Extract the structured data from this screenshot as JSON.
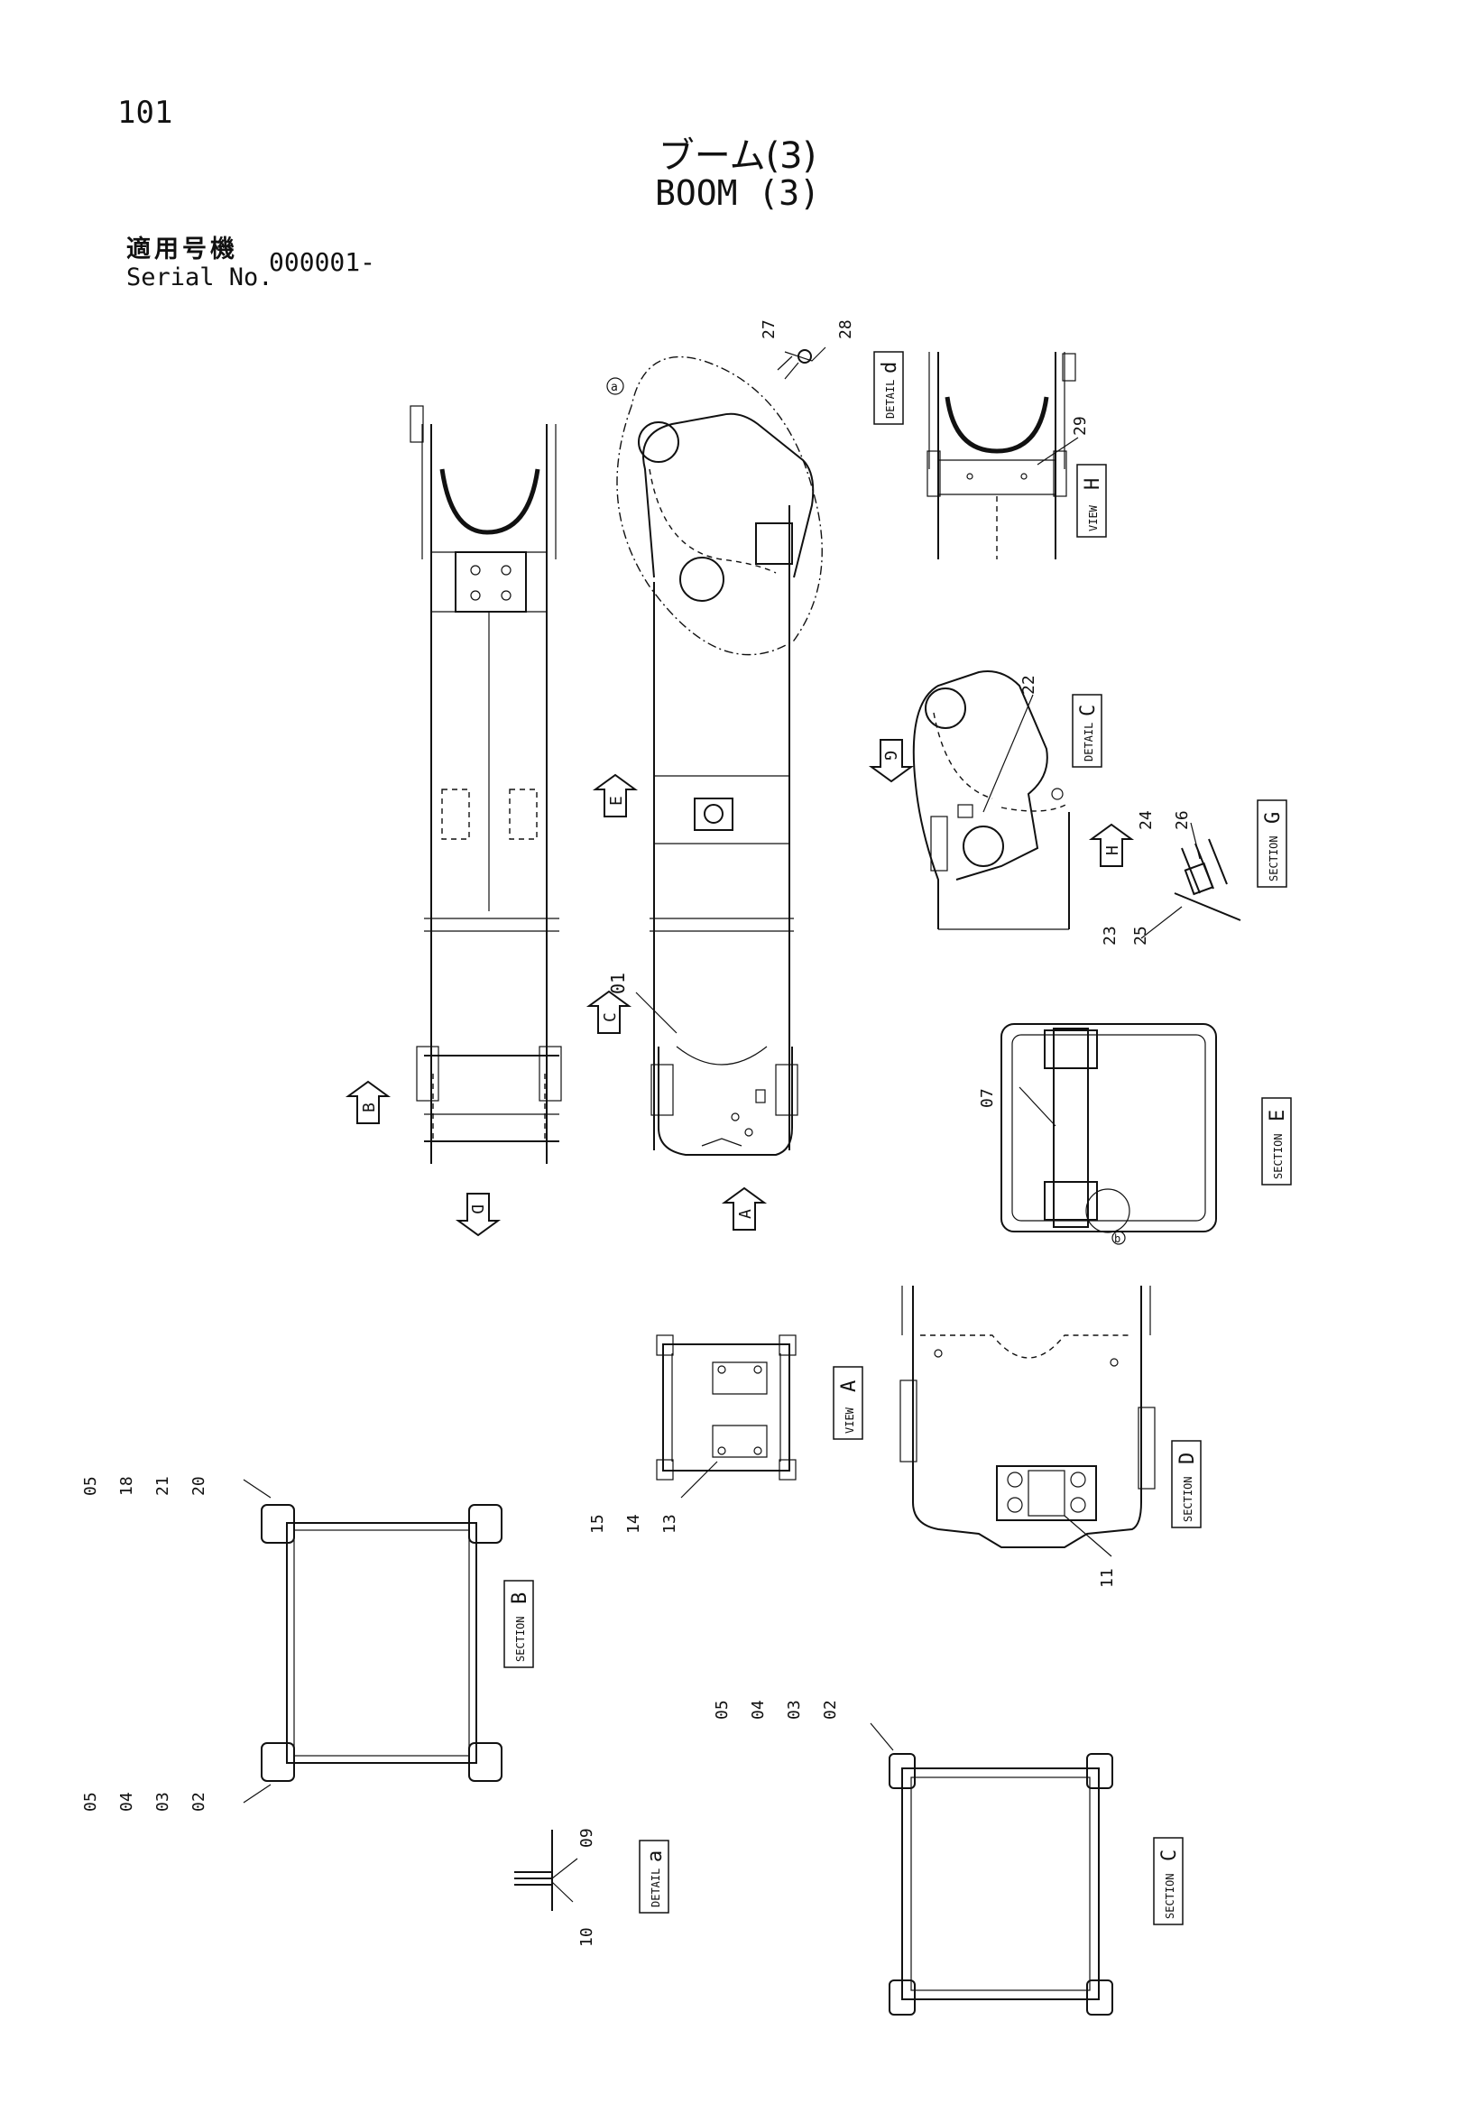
{
  "header": {
    "page_number": "101",
    "title_jp": "ブーム(3)",
    "title_en": "BOOM (3)",
    "serial_label_jp": "適用号機",
    "serial_label_en": "Serial No.",
    "serial_value": "000001-"
  },
  "view_labels": [
    {
      "id": "detail-d",
      "word": "DETAIL",
      "letter": "d"
    },
    {
      "id": "view-h",
      "word": "VIEW",
      "letter": "H"
    },
    {
      "id": "detail-c",
      "word": "DETAIL",
      "letter": "C"
    },
    {
      "id": "section-g",
      "word": "SECTION",
      "letter": "G"
    },
    {
      "id": "section-e",
      "word": "SECTION",
      "letter": "E"
    },
    {
      "id": "view-a",
      "word": "VIEW",
      "letter": "A"
    },
    {
      "id": "section-d",
      "word": "SECTION",
      "letter": "D"
    },
    {
      "id": "section-b",
      "word": "SECTION",
      "letter": "B"
    },
    {
      "id": "detail-a",
      "word": "DETAIL",
      "letter": "a"
    },
    {
      "id": "section-c",
      "word": "SECTION",
      "letter": "C"
    }
  ],
  "view_arrows": [
    "E",
    "C",
    "B",
    "D",
    "A",
    "G",
    "H"
  ],
  "part_numbers": {
    "detail_d": [
      "27",
      "28"
    ],
    "view_h": [
      "29"
    ],
    "detail_c": [
      "22"
    ],
    "section_g": [
      "24",
      "26",
      "23",
      "25"
    ],
    "boom_side": [
      "01"
    ],
    "section_e": [
      "07"
    ],
    "view_a": [
      "15",
      "14",
      "13"
    ],
    "section_d": [
      "11"
    ],
    "section_b_top": [
      "05",
      "18",
      "21",
      "20"
    ],
    "section_b_bottom": [
      "05",
      "04",
      "03",
      "02"
    ],
    "section_c": [
      "05",
      "04",
      "03",
      "02"
    ],
    "detail_a": [
      "09",
      "10"
    ]
  },
  "callout_markers": [
    "a",
    "b"
  ]
}
